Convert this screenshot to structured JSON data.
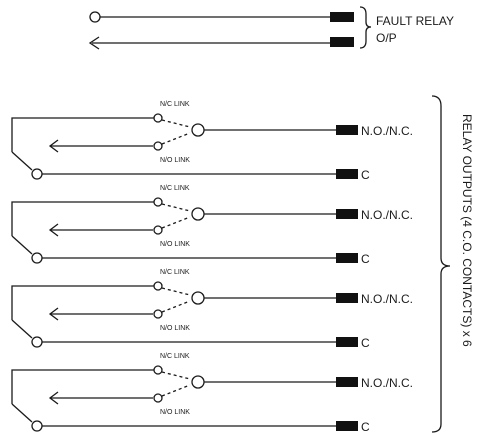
{
  "fault_relay": {
    "label_line1": "FAULT RELAY",
    "label_line2": "O/P"
  },
  "relay_outputs": {
    "group_label": "RELAY OUTPUTS (4 C.O. CONTACTS) x 6",
    "channels": [
      {
        "nc_link": "N/C LINK",
        "no_link": "N/O LINK",
        "output_label": "N.O./N.C.",
        "common_label": "C"
      },
      {
        "nc_link": "N/C LINK",
        "no_link": "N/O LINK",
        "output_label": "N.O./N.C.",
        "common_label": "C"
      },
      {
        "nc_link": "N/C LINK",
        "no_link": "N/O LINK",
        "output_label": "N.O./N.C.",
        "common_label": "C"
      },
      {
        "nc_link": "N/C LINK",
        "no_link": "N/O LINK",
        "output_label": "N.O./N.C.",
        "common_label": "C"
      }
    ]
  },
  "colors": {
    "line": "#1a1a1a",
    "terminal": "#111111",
    "background": "#ffffff"
  }
}
